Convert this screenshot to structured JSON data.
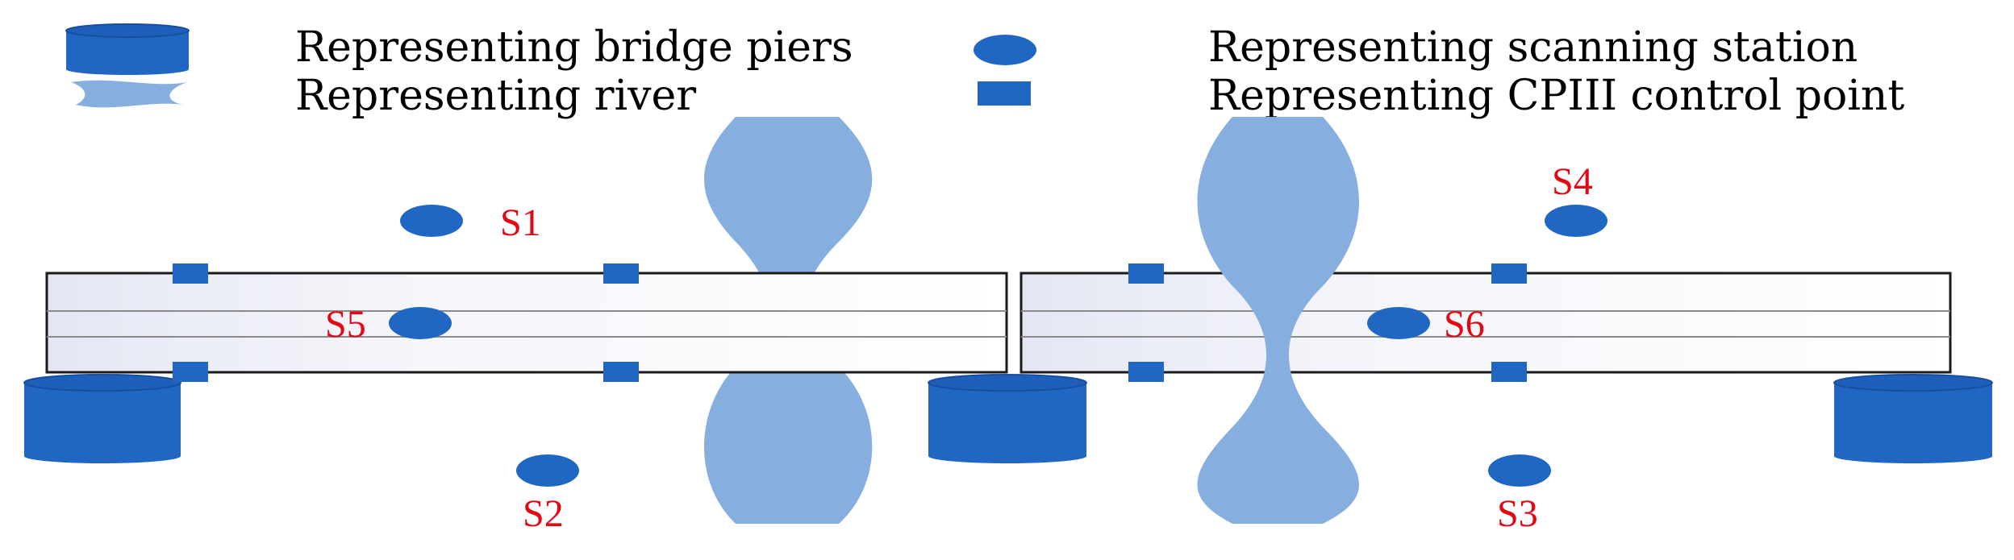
{
  "colors": {
    "pier": "#2266c4",
    "pier_top": "#1e5fbb",
    "river": "#86aedf",
    "station": "#1f67c2",
    "cp": "#2266c4",
    "label": "#e30613",
    "deck_stroke": "#1a1a1a",
    "deck_line": "#8a8a8a"
  },
  "legend": {
    "pier_label": "Representing bridge piers",
    "river_label": "Representing river",
    "station_label": "Representing scanning station",
    "cp_label": "Representing CPIII control point"
  },
  "stations": [
    {
      "id": "S1",
      "label": "S1"
    },
    {
      "id": "S2",
      "label": "S2"
    },
    {
      "id": "S3",
      "label": "S3"
    },
    {
      "id": "S4",
      "label": "S4"
    },
    {
      "id": "S5",
      "label": "S5"
    },
    {
      "id": "S6",
      "label": "S6"
    }
  ]
}
